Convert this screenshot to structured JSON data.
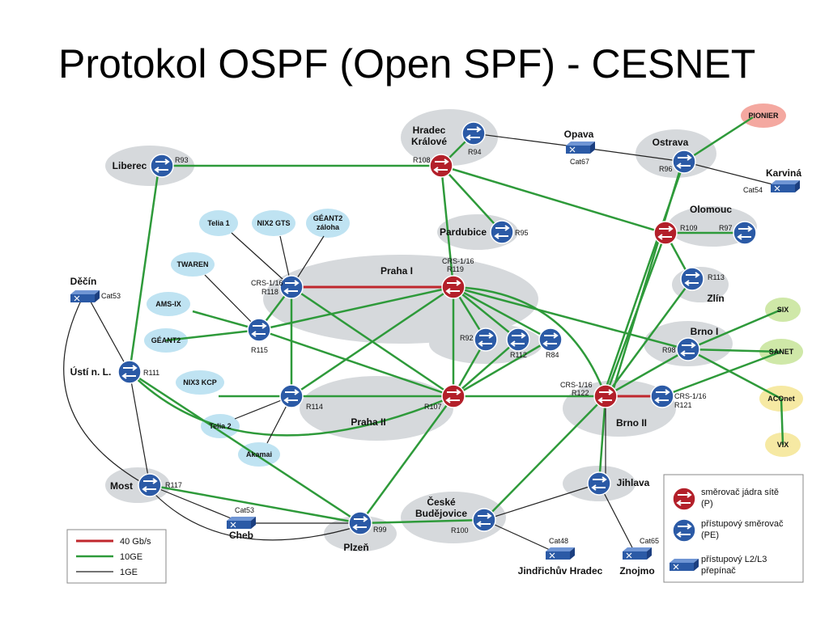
{
  "title": "Protokol OSPF (Open SPF) - CESNET",
  "colors": {
    "link_40g": "#c0272d",
    "link_10ge": "#2e9a3a",
    "link_1ge": "#222222",
    "router_p": "#b3202a",
    "router_pe": "#2b5aa6",
    "cloud": "#d6d9dc",
    "peer_cloud": "#bfe3f2"
  },
  "places": {
    "liberec": "Liberec",
    "hradec": "Hradec",
    "kralove": "Králové",
    "opava": "Opava",
    "ostrava": "Ostrava",
    "karvina": "Karviná",
    "olomouc": "Olomouc",
    "pardubice": "Pardubice",
    "praha1": "Praha I",
    "praha2": "Praha II",
    "decin": "Děčín",
    "usti": "Ústí n. L.",
    "zlin": "Zlín",
    "brno1": "Brno I",
    "brno2": "Brno II",
    "most": "Most",
    "cheb": "Cheb",
    "plzen": "Plzeň",
    "ceske": "České",
    "budejovice": "Budějovice",
    "jihlava": "Jihlava",
    "jindrichuv": "Jindřichův Hradec",
    "znojmo": "Znojmo"
  },
  "peers": {
    "pionier": "PIONIER",
    "telia1": "Telia 1",
    "nix2gts": "NIX2 GTS",
    "geant2z1": "GÉANT2",
    "geant2z2": "záloha",
    "twaren": "TWAREN",
    "amsix": "AMS-IX",
    "geant2": "GÉANT2",
    "nix3kcp": "NIX3 KCP",
    "telia2": "Telia 2",
    "akamai": "Akamai",
    "six": "SIX",
    "sanet": "SANET",
    "aconet": "ACOnet",
    "vix": "VIX"
  },
  "devices": {
    "r93": "R93",
    "r94": "R94",
    "r108": "R108",
    "cat67": "Cat67",
    "r96": "R96",
    "cat54": "Cat54",
    "r109": "R109",
    "r97": "R97",
    "r95": "R95",
    "crs1": "CRS-1/16",
    "r119": "R119",
    "r118": "R118",
    "cat53a": "Cat53",
    "r115": "R115",
    "r113": "R113",
    "r92": "R92",
    "r112": "R112",
    "r84": "R84",
    "r98": "R98",
    "r111": "R111",
    "r114": "R114",
    "r107": "R107",
    "r122": "R122",
    "r121": "R121",
    "r117": "R117",
    "cat53b": "Cat53",
    "r99": "R99",
    "r100": "R100",
    "cat48": "Cat48",
    "cat65": "Cat65"
  },
  "legend_links": {
    "l40g": "40 Gb/s",
    "l10ge": "10GE",
    "l1ge": "1GE"
  },
  "legend_devices": {
    "p1": "směrovač jádra sítě",
    "p2": "(P)",
    "pe1": "přístupový směrovač",
    "pe2": "(PE)",
    "sw1": "přístupový L2/L3",
    "sw2": "přepínač"
  }
}
